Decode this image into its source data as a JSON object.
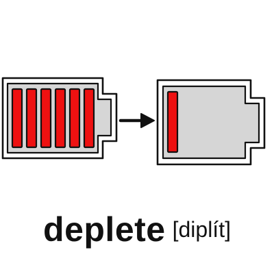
{
  "word": "deplete",
  "pronunciation": "[diplít]",
  "illustration": {
    "from_state": {
      "charge_bars": 6,
      "charge_level": 1.0
    },
    "to_state": {
      "charge_bars": 1,
      "charge_level": 0.1667
    },
    "icons": {
      "from": "full-battery-icon",
      "arrow": "arrow-right-icon",
      "to": "low-battery-icon"
    }
  },
  "colors": {
    "bar_fill": "#ee1111",
    "battery_fill": "#d6d6d6",
    "outline": "#111111",
    "background": "#ffffff",
    "text": "#111111"
  }
}
